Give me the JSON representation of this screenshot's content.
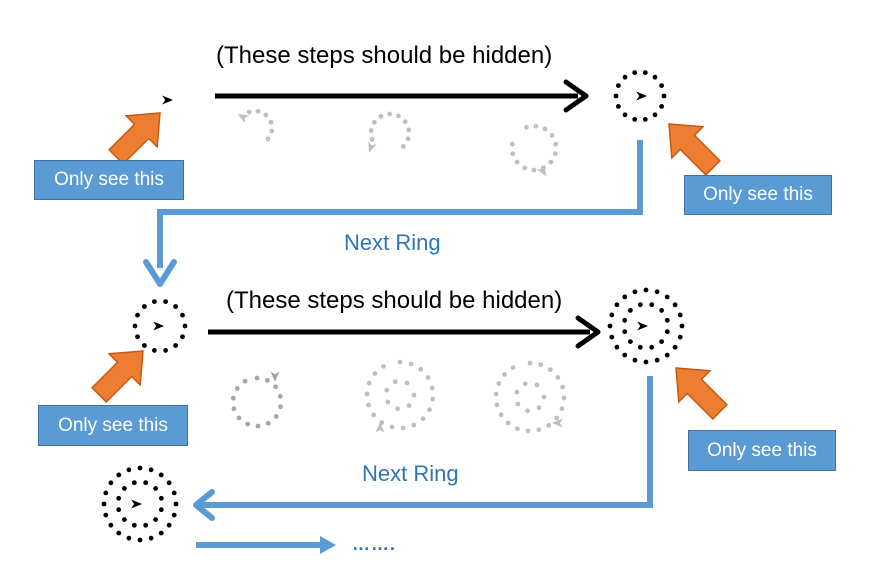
{
  "captions": {
    "hidden_steps_top": "(These steps should be hidden)",
    "hidden_steps_bottom": "(These steps should be hidden)"
  },
  "connectors": {
    "next_ring_1": "Next Ring",
    "next_ring_2": "Next Ring",
    "continuation": "……."
  },
  "callouts": {
    "label": "Only see this"
  },
  "colors": {
    "connector_blue": "#5b9bd5",
    "text_blue": "#2e75b6",
    "callout_orange": "#ed7d31",
    "hidden_gray": "#bfbfbf",
    "visible_black": "#000000"
  },
  "icons": [
    "ring-of-dots-icon",
    "arrow-head-icon",
    "orange-pointer-arrow-icon"
  ]
}
